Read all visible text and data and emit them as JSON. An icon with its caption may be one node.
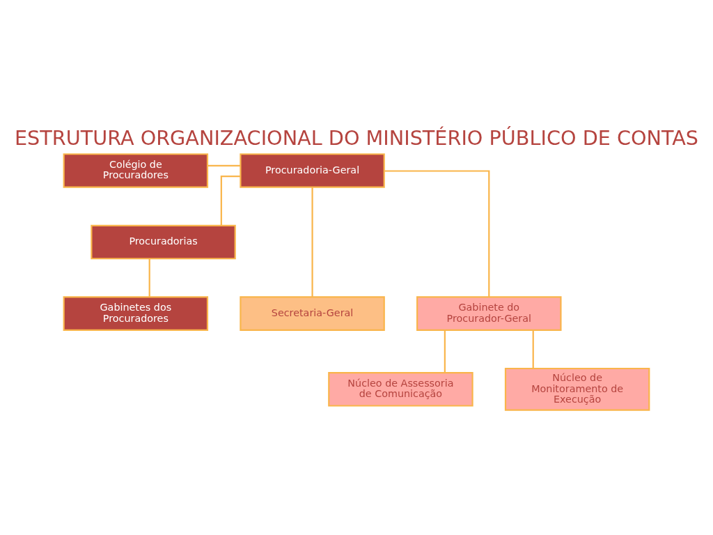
{
  "diagram": {
    "title": "ESTRUTURA ORGANIZACIONAL DO MINISTÉRIO PÚBLICO DE CONTAS",
    "nodes": [
      {
        "text": [
          "Colégio de Procuradores"
        ]
      },
      {
        "text": [
          "Procuradoria-Geral"
        ]
      },
      {
        "text": [
          "Procuradorias"
        ]
      },
      {
        "text": [
          "Secretaria-Geral"
        ]
      },
      {
        "text": [
          "Gabinetes dos Procuradores"
        ]
      },
      {
        "text": [
          "Gabinete do Procurador-Geral"
        ]
      },
      {
        "text": [
          "Núcleo de Assessoria de Comunicação"
        ]
      },
      {
        "text": [
          "Núcleo de Monitoramento de Execução"
        ]
      }
    ],
    "edges": [
      {
        "from": 0,
        "to": 1,
        "arrow": "none"
      },
      {
        "from": 1,
        "to": 2,
        "arrow": "none"
      },
      {
        "from": 1,
        "to": 3,
        "arrow": "none"
      },
      {
        "from": 1,
        "to": 5,
        "arrow": "none"
      },
      {
        "from": 2,
        "to": 4,
        "arrow": "none"
      },
      {
        "from": 5,
        "to": 6,
        "arrow": "none"
      },
      {
        "from": 5,
        "to": 7,
        "arrow": "none"
      }
    ]
  }
}
